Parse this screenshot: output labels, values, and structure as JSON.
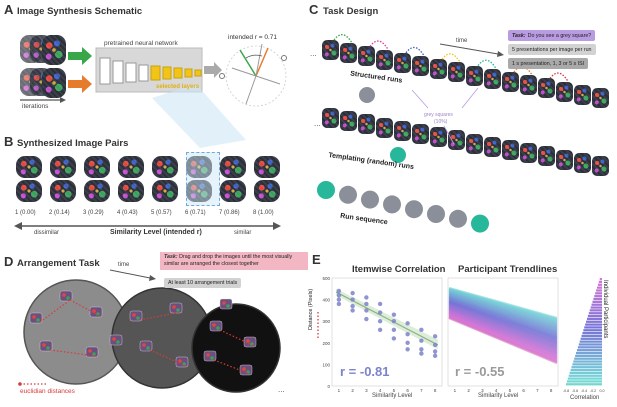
{
  "panelA": {
    "letter": "A",
    "title": "Image Synthesis Schematic",
    "network_label": "pretrained neural network",
    "layers_label": "selected layers",
    "intended_r": "intended r = 0.71",
    "iterations": "iterations"
  },
  "panelB": {
    "letter": "B",
    "title": "Synthesized Image Pairs",
    "levels": [
      "1 (0.00)",
      "2 (0.14)",
      "3 (0.29)",
      "4 (0.43)",
      "5 (0.57)",
      "6 (0.71)",
      "7 (0.86)",
      "8 (1.00)"
    ],
    "dissimilar": "dissimilar",
    "similar": "similar",
    "axis_title": "Similarity Level (intended r)"
  },
  "panelC": {
    "letter": "C",
    "title": "Task Design",
    "time": "time",
    "task_prefix": "Task:",
    "task_text": "Do you see a grey square?",
    "box2": "5 presentations per image per run",
    "box3": "1 s presentation, 1, 3 or 5 s ISI",
    "structured": "Structured runs",
    "grey_squares": "grey squares",
    "grey_pct": "(10%)",
    "templating": "Templating (random) runs",
    "run_sequence": "Run sequence"
  },
  "panelD": {
    "letter": "D",
    "title": "Arrangement Task",
    "time": "time",
    "task_prefix": "Task:",
    "task_text": "Drag and drop the images until the most visually similar are arranged the closest together",
    "trials": "At least 10 arrangement trials",
    "euclid": "euclidian distances"
  },
  "panelE": {
    "letter": "E",
    "title_left": "Itemwise Correlation",
    "title_right": "Participant Trendlines",
    "r_left": "r = -0.81",
    "r_right": "r = -0.55",
    "xlabel_left": "Similarity Level",
    "xlabel_mid": "Similarity Level",
    "xlabel_right": "Correlation",
    "ylabel": "Distance (Pixels)",
    "individual": "Individual Participants",
    "yticks": [
      "500",
      "400",
      "300",
      "200",
      "100",
      "0"
    ],
    "xticks": [
      "1",
      "2",
      "3",
      "4",
      "5",
      "6",
      "7",
      "8"
    ],
    "corr_ticks": [
      "-0.8",
      "-0.6",
      "-0.4",
      "-0.2",
      "0.0"
    ]
  },
  "colors": {
    "green": "#3aa64a",
    "orange": "#e77b2c",
    "yellow": "#f2c418",
    "teal": "#27b79a",
    "grey": "#8a8f99",
    "pink": "#f2b7c2",
    "lightblue": "#cfe7f5",
    "red": "#d83a3a",
    "purple": "#b89be0",
    "scatter": "#7b83c9"
  },
  "chart_data": [
    {
      "type": "scatter",
      "title": "Itemwise Correlation",
      "xlabel": "Similarity Level",
      "ylabel": "Distance (Pixels)",
      "ylim": [
        0,
        500
      ],
      "x": [
        1,
        1,
        1,
        1,
        2,
        2,
        2,
        2,
        3,
        3,
        3,
        3,
        4,
        4,
        4,
        4,
        5,
        5,
        5,
        5,
        6,
        6,
        6,
        6,
        7,
        7,
        7,
        7,
        8,
        8,
        8,
        8
      ],
      "y": [
        440,
        420,
        400,
        380,
        430,
        400,
        370,
        350,
        410,
        380,
        350,
        310,
        380,
        340,
        300,
        260,
        330,
        300,
        260,
        220,
        290,
        240,
        200,
        170,
        260,
        210,
        170,
        150,
        230,
        190,
        160,
        140
      ],
      "annotation": "r = -0.81"
    },
    {
      "type": "line",
      "title": "Participant Trendlines",
      "xlabel": "Similarity Level",
      "annotation": "r = -0.55"
    },
    {
      "type": "bar",
      "xlabel": "Correlation",
      "ylabel": "Individual Participants",
      "xlim": [
        -0.8,
        0.0
      ]
    }
  ]
}
